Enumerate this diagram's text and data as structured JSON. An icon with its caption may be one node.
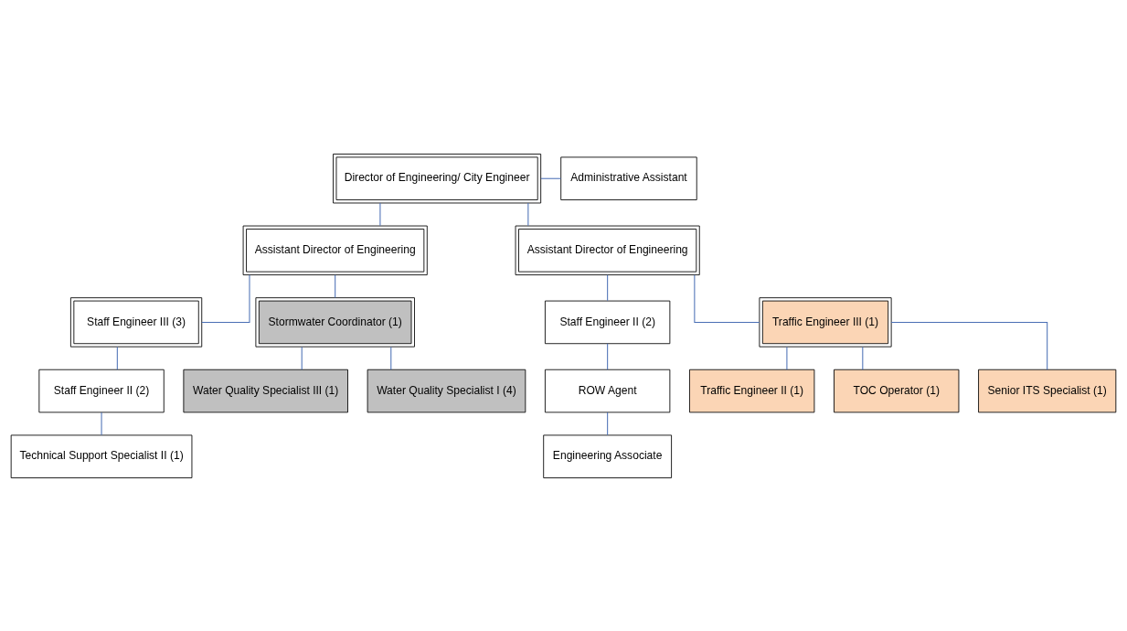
{
  "diagram": {
    "nodes": [
      {
        "text": [
          "Director of Engineering/ City Engineer"
        ]
      },
      {
        "text": [
          "Administrative Assistant"
        ]
      },
      {
        "text": [
          "Assistant Director of Engineering"
        ]
      },
      {
        "text": [
          "Assistant Director of Engineering"
        ]
      },
      {
        "text": [
          "Staff Engineer III (3)"
        ]
      },
      {
        "text": [
          "Stormwater Coordinator (1)"
        ]
      },
      {
        "text": [
          "Staff Engineer II (2)"
        ]
      },
      {
        "text": [
          "Water Quality Specialist III (1)"
        ]
      },
      {
        "text": [
          "Technical Support Specialist II (1)"
        ]
      },
      {
        "text": [
          "Water Quality Specialist I (4)"
        ]
      },
      {
        "text": [
          "Staff Engineer II (2)"
        ]
      },
      {
        "text": [
          "Traffic Engineer III (1)"
        ]
      },
      {
        "text": [
          "ROW Agent"
        ]
      },
      {
        "text": [
          "Traffic Engineer II (1)"
        ]
      },
      {
        "text": [
          "Engineering Associate"
        ]
      },
      {
        "text": [
          "TOC Operator (1)"
        ]
      },
      {
        "text": [
          "Senior ITS Specialist (1)"
        ]
      }
    ],
    "edges": [
      {
        "from": 0,
        "to": 1,
        "arrow": "none"
      },
      {
        "from": 0,
        "to": 2,
        "arrow": "none"
      },
      {
        "from": 0,
        "to": 3,
        "arrow": "none"
      },
      {
        "from": 2,
        "to": 4,
        "arrow": "none"
      },
      {
        "from": 2,
        "to": 5,
        "arrow": "none"
      },
      {
        "from": 4,
        "to": 6,
        "arrow": "none"
      },
      {
        "from": 6,
        "to": 8,
        "arrow": "none"
      },
      {
        "from": 5,
        "to": 7,
        "arrow": "none"
      },
      {
        "from": 5,
        "to": 9,
        "arrow": "none"
      },
      {
        "from": 3,
        "to": 10,
        "arrow": "none"
      },
      {
        "from": 3,
        "to": 11,
        "arrow": "none"
      },
      {
        "from": 10,
        "to": 12,
        "arrow": "none"
      },
      {
        "from": 12,
        "to": 14,
        "arrow": "none"
      },
      {
        "from": 11,
        "to": 13,
        "arrow": "none"
      },
      {
        "from": 11,
        "to": 15,
        "arrow": "none"
      },
      {
        "from": 11,
        "to": 16,
        "arrow": "none"
      }
    ]
  }
}
